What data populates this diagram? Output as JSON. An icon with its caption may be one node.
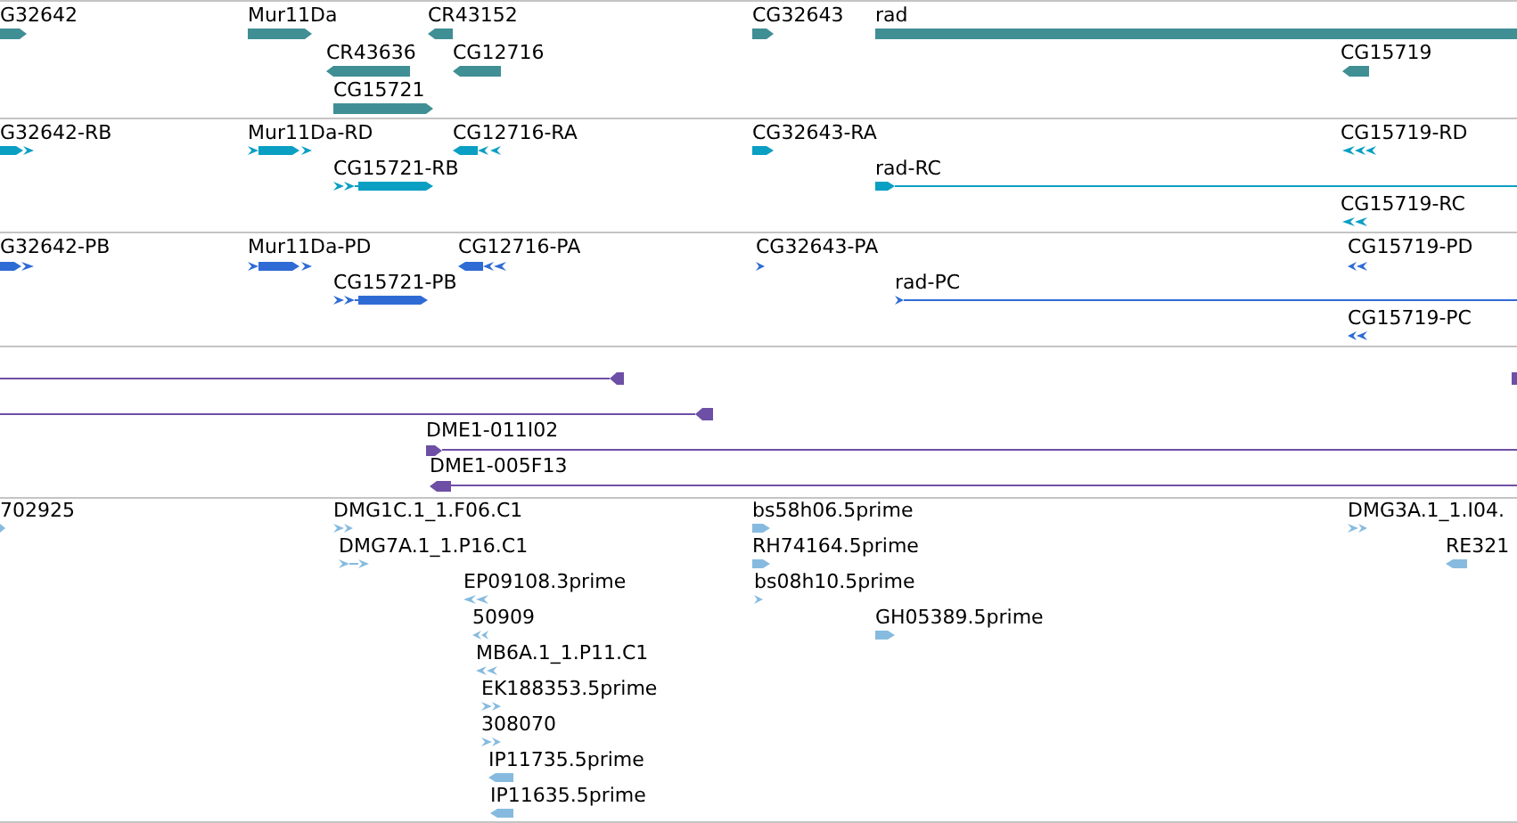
{
  "diagram": {
    "nodes": [
      {
        "text": [
          "G32642"
        ]
      },
      {
        "text": [
          "Mur11Da"
        ]
      },
      {
        "text": [
          "CR43152"
        ]
      },
      {
        "text": [
          "CG32643"
        ]
      },
      {
        "text": [
          "rad"
        ]
      },
      {
        "text": [
          "CR43636"
        ]
      },
      {
        "text": [
          "CG12716"
        ]
      },
      {
        "text": [
          "CG15719"
        ]
      },
      {
        "text": [
          "CG15721"
        ]
      },
      {
        "text": [
          "G32642-RB"
        ]
      },
      {
        "text": [
          "Mur11Da-RD"
        ]
      },
      {
        "text": [
          "CG12716-RA"
        ]
      },
      {
        "text": [
          "CG32643-RA"
        ]
      },
      {
        "text": [
          "CG15719-RD"
        ]
      },
      {
        "text": [
          "CG15721-RB"
        ]
      },
      {
        "text": [
          "rad-RC"
        ]
      },
      {
        "text": [
          "CG15719-RC"
        ]
      },
      {
        "text": [
          "G32642-PB"
        ]
      },
      {
        "text": [
          "Mur11Da-PD"
        ]
      },
      {
        "text": [
          "CG12716-PA"
        ]
      },
      {
        "text": [
          "CG32643-PA"
        ]
      },
      {
        "text": [
          "CG15719-PD"
        ]
      },
      {
        "text": [
          "CG15721-PB"
        ]
      },
      {
        "text": [
          "rad-PC"
        ]
      },
      {
        "text": [
          "CG15719-PC"
        ]
      },
      {
        "text": [],
        "shape": "bar"
      },
      {
        "text": [],
        "shape": "bar"
      },
      {
        "text": [],
        "shape": "bar"
      },
      {
        "text": [
          "DME1-011I02"
        ]
      },
      {
        "text": [
          "DME1-005F13"
        ]
      },
      {
        "text": [
          "702925"
        ]
      },
      {
        "text": [
          "DMG1C.1_1.F06.C1"
        ]
      },
      {
        "text": [
          "bs58h06.5prime"
        ]
      },
      {
        "text": [
          "DMG3A.1_1.I04."
        ]
      },
      {
        "text": [
          "DMG7A.1_1.P16.C1"
        ]
      },
      {
        "text": [
          "RH74164.5prime"
        ]
      },
      {
        "text": [
          "RE321"
        ]
      },
      {
        "text": [
          "EP09108.3prime"
        ]
      },
      {
        "text": [
          "bs08h10.5prime"
        ]
      },
      {
        "text": [
          "50909"
        ]
      },
      {
        "text": [
          "GH05389.5prime"
        ]
      },
      {
        "text": [
          "MB6A.1_1.P11.C1"
        ]
      },
      {
        "text": [
          "EK188353.5prime"
        ]
      },
      {
        "text": [
          "308070"
        ]
      },
      {
        "text": [
          "IP11735.5prime"
        ]
      },
      {
        "text": [
          "IP11635.5prime"
        ]
      }
    ]
  }
}
